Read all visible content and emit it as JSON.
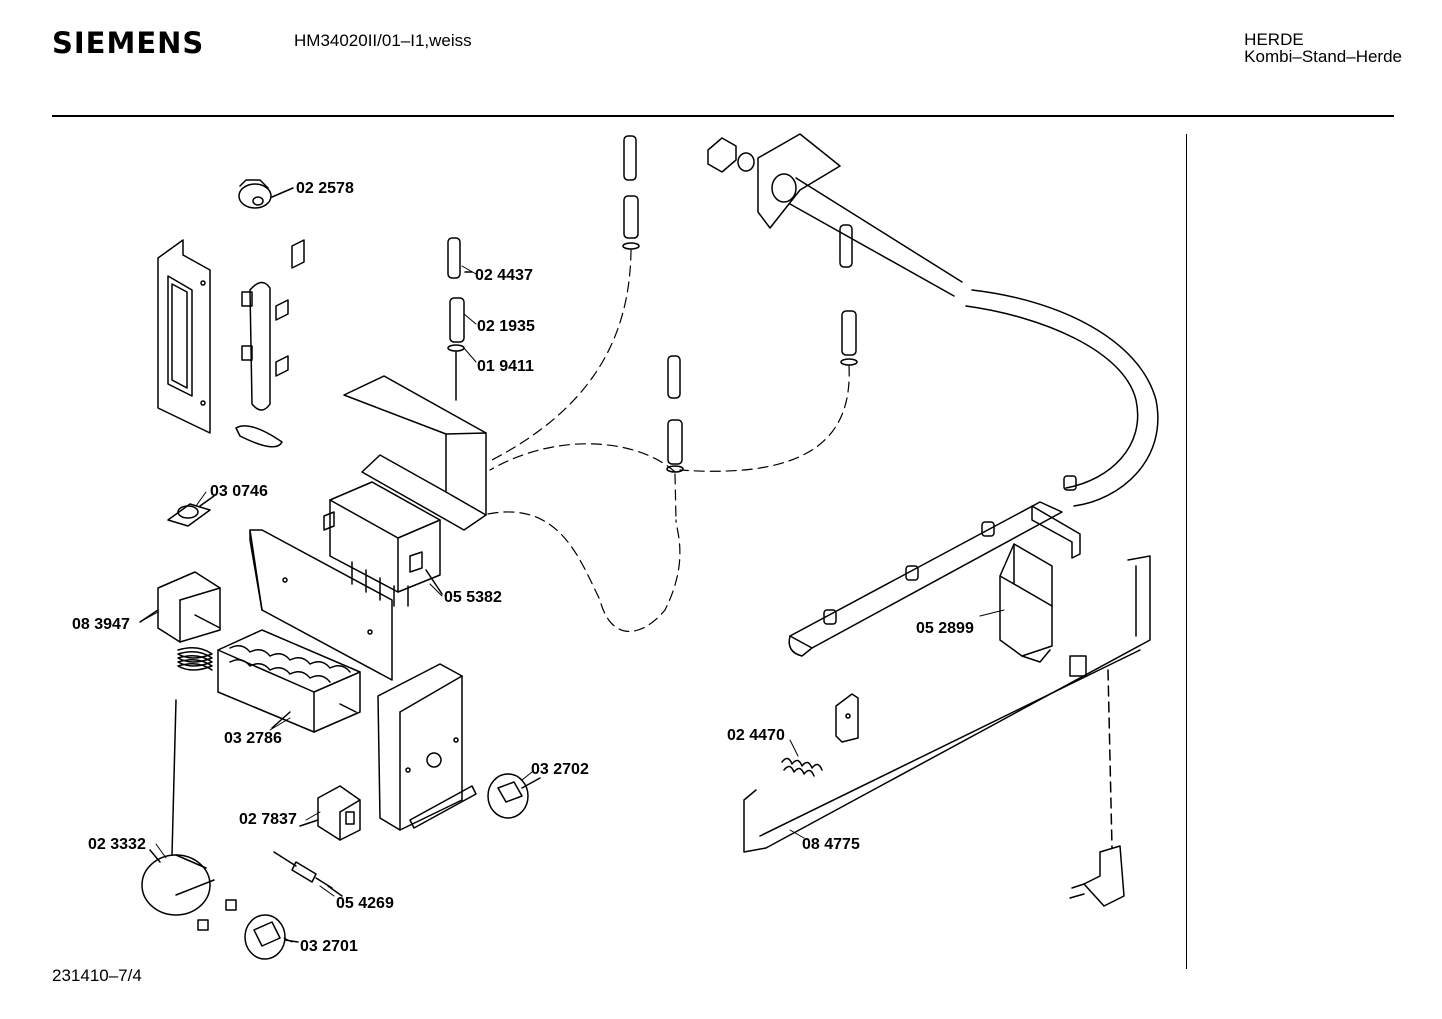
{
  "header": {
    "brand": "SIEMENS",
    "model": "HM34020II/01–I1,weiss",
    "category_line1": "HERDE",
    "category_line2": "Kombi–Stand–Herde"
  },
  "footer": {
    "doc_number": "231410–7/4"
  },
  "parts": {
    "p022578": "02 2578",
    "p024437": "02 4437",
    "p021935": "02 1935",
    "p019411": "01 9411",
    "p030746": "03 0746",
    "p055382": "05 5382",
    "p083947": "08 3947",
    "p032786": "03 2786",
    "p032702": "03 2702",
    "p027837": "02 7837",
    "p023332": "02 3332",
    "p054269": "05 4269",
    "p032701": "03 2701",
    "p052899": "05 2899",
    "p024470": "02 4470",
    "p084775": "08 4775"
  }
}
